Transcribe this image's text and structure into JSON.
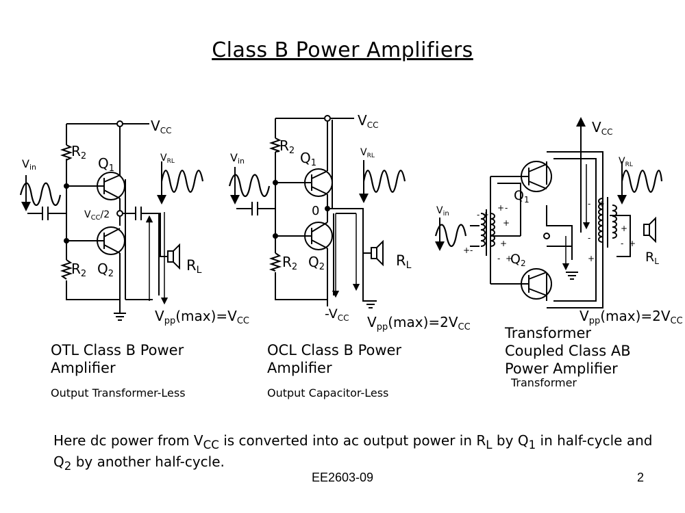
{
  "title": "Class B  Power Amplifiers",
  "circuits": {
    "otl": {
      "caption": "OTL Class B Power\nAmplifier",
      "subcaption": "Output Transformer-Less",
      "labels": {
        "vcc": "V",
        "vcc_sub": "CC",
        "vin": "V",
        "vin_sub": "in",
        "vrl": "V",
        "vrl_sub": "RL",
        "r1": "R",
        "r1_sub": "2",
        "r2": "R",
        "r2_sub": "2",
        "q1": "Q",
        "q1_sub": "1",
        "q2": "Q",
        "q2_sub": "2",
        "mid": "V",
        "mid_sub": "CC",
        "mid_tail": "/2",
        "rl": "R",
        "rl_sub": "L",
        "vpp": "V",
        "vpp_sub": "pp",
        "vpp_tail": "(max)=V",
        "vpp_sub2": "CC"
      }
    },
    "ocl": {
      "caption": "OCL Class B Power\nAmplifier",
      "subcaption": "Output Capacitor-Less",
      "labels": {
        "vcc": "V",
        "vcc_sub": "CC",
        "vin": "V",
        "vin_sub": "in",
        "vrl": "V",
        "vrl_sub": "RL",
        "r1": "R",
        "r1_sub": "2",
        "r2": "R",
        "r2_sub": "2",
        "q1": "Q",
        "q1_sub": "1",
        "q2": "Q",
        "q2_sub": "2",
        "zero": "0",
        "rl": "R",
        "rl_sub": "L",
        "nvcc": "-V",
        "nvcc_sub": "CC",
        "vpp": "V",
        "vpp_sub": "pp",
        "vpp_tail": "(max)=2V",
        "vpp_sub2": "CC"
      }
    },
    "tc": {
      "caption": "Transformer\nCoupled Class AB\nPower Amplifier",
      "subcaption": "Transformer",
      "labels": {
        "vcc": "V",
        "vcc_sub": "CC",
        "vin": "V",
        "vin_sub": "in",
        "vrl": "V",
        "vrl_sub": "RL",
        "q1": "Q",
        "q1_sub": "1",
        "q2": "Q",
        "q2_sub": "2",
        "rl": "R",
        "rl_sub": "L",
        "vpp": "V",
        "vpp_sub": "pp",
        "vpp_tail": "(max)=2V",
        "vpp_sub2": "CC"
      }
    }
  },
  "note": {
    "p1": "Here dc power from V",
    "s1": "CC",
    "p2": " is converted into ac output power in R",
    "s2": "L",
    "p3": " by Q",
    "s3": "1",
    "p4": " in half-cycle and Q",
    "s4": "2",
    "p5": " by another half-cycle."
  },
  "footer": {
    "course": "EE2603-09",
    "page": "2"
  }
}
